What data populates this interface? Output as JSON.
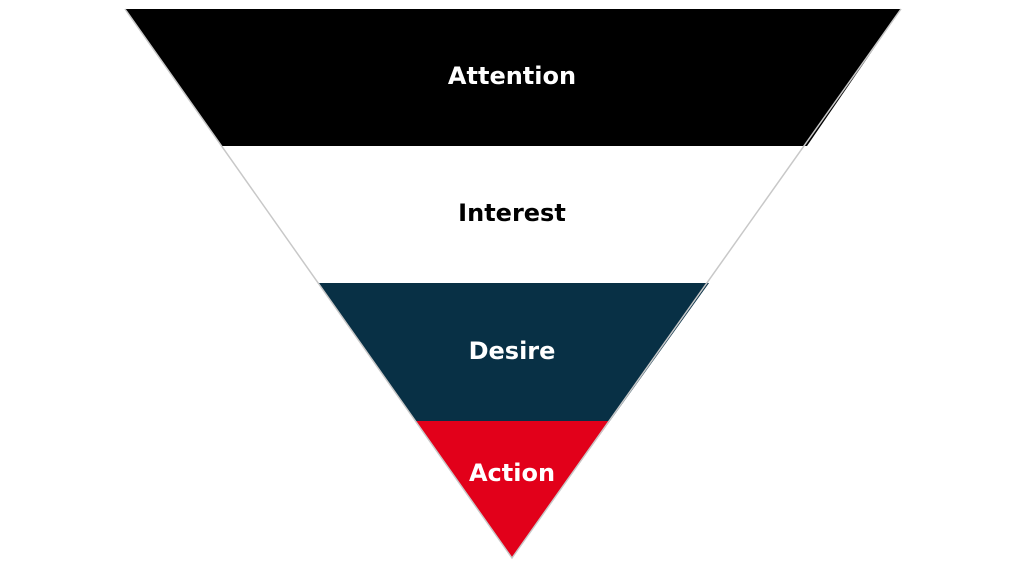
{
  "funnel": {
    "stages": [
      {
        "label": "Attention",
        "fill": "#000000",
        "text_color": "#ffffff"
      },
      {
        "label": "Interest",
        "fill": "#ffffff",
        "text_color": "#000000"
      },
      {
        "label": "Desire",
        "fill": "#083045",
        "text_color": "#ffffff"
      },
      {
        "label": "Action",
        "fill": "#e2001a",
        "text_color": "#ffffff"
      }
    ],
    "outline_color": "#c8c8c8"
  }
}
